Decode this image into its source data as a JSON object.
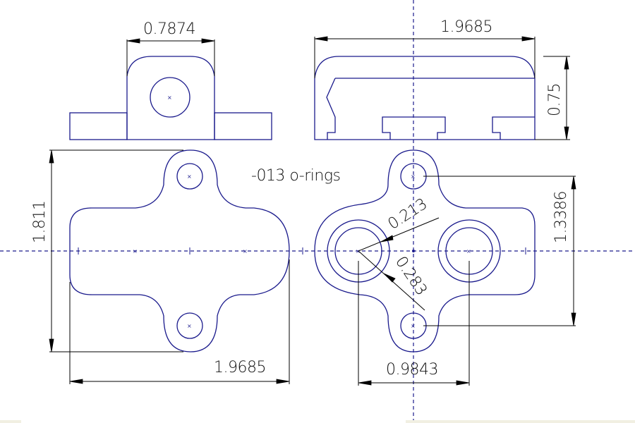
{
  "drawing": {
    "note": "-013 o-rings",
    "colors": {
      "geometry": "#1a1a8c",
      "dimension": "#000000",
      "background": "#ffffff"
    },
    "views": {
      "side_view": {
        "width_dim": "0.7874"
      },
      "front_view": {
        "width_dim": "1.9685",
        "height_dim": "0.75"
      },
      "top_view": {
        "height_dim": "1.811",
        "width_dim": "1.9685"
      },
      "bottom_view": {
        "radius_inner": "0.213",
        "radius_outer": "0.283",
        "port_spacing_dim": "0.9843",
        "mount_hole_spacing_dim": "1.3386"
      }
    }
  }
}
